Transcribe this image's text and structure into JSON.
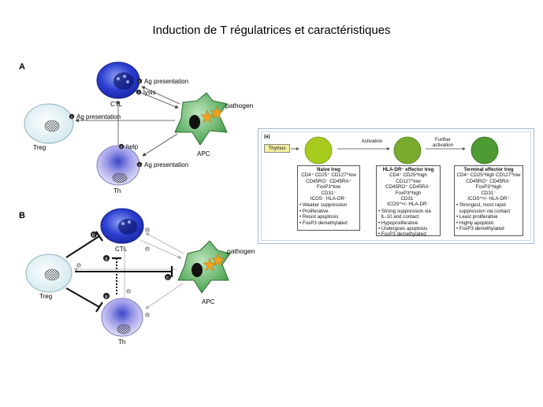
{
  "title": "Induction de T régulatrices et caractéristiques",
  "panelA": {
    "label": "A",
    "cells": {
      "ctl": "CTL",
      "treg": "Treg",
      "apc": "APC",
      "th": "Th"
    },
    "pathogen": "pathogen",
    "steps": {
      "s1a": "Ag presentation",
      "s1b": "Ag presentation",
      "s1c": "Ag presentation",
      "lysis": "lysis",
      "help": "help"
    }
  },
  "panelB": {
    "label": "B",
    "cells": {
      "ctl": "CTL",
      "treg": "Treg",
      "apc": "APC",
      "th": "Th"
    },
    "pathogen": "pathogen"
  },
  "markers": {
    "one": "1",
    "two": "2",
    "three": "3",
    "a": "a",
    "b": "b",
    "c": "c"
  },
  "panelC": {
    "label": "(a)",
    "thymus": "Thymus",
    "activation": "Activation",
    "further": "Further activation",
    "naive": {
      "title": "Naive treg",
      "m1": "CD4⁺ CD25⁺ CD127^low",
      "m2": "CD45RO⁻ CD45RA⁺",
      "m3": "FoxP3^low",
      "m4": "CD31⁺",
      "m5": "ICOS⁻ HLA-DR⁻",
      "items": [
        "• Weaker suppression",
        "• Proliferative",
        "• Resist apoptosis",
        "• FoxP3 demethylated"
      ]
    },
    "hla": {
      "title": "HLA-DR⁻ effector treg",
      "m1": "CD4⁺ CD25^high CD127^low",
      "m2": "CD45RO⁺ CD45RA⁻",
      "m3": "FoxP3^high",
      "m4": "CD31⁻",
      "m5": "ICOS^+/- HLA-DR⁻",
      "items": [
        "• Strong suppression via",
        "  IL-10 and contact",
        "• Hypoproliferative",
        "• Undergoes apoptosis",
        "• FoxP3 demethylated"
      ]
    },
    "term": {
      "title": "Terminal effector treg",
      "m1": "CD4⁺ CD25^high CD127^low",
      "m2": "CD45RO⁺ CD45RA⁻",
      "m3": "FoxP3^high",
      "m4": "CD31⁻",
      "m5": "ICOS^+/- HLA-DR⁺",
      "items": [
        "• Strongest, most rapid",
        "  suppression via contact",
        "• Least proliferative",
        "• Highly apoptotic",
        "• FoxP3 demethylated"
      ]
    }
  },
  "colors": {
    "ctl": "#2a3ec9",
    "treg": "#e8f4f6",
    "th": "#c9c6ee",
    "apc": "#46a64a",
    "star": "#f4a21c",
    "naive": "#a8cc1d",
    "hla": "#7aaa2e",
    "term": "#4e9a33",
    "thymus": "#f2f0a0",
    "panelBorder": "#9eb7d3"
  }
}
